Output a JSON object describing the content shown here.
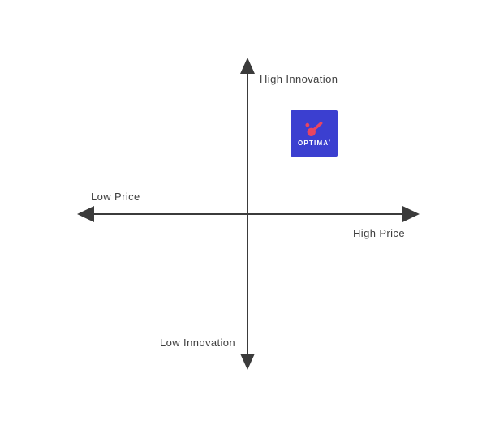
{
  "colors": {
    "background": "#ffffff",
    "axis": "#3b3b3b",
    "label": "#3f3f3f",
    "logo_bg": "#3b3fd0",
    "logo_icon": "#e94560",
    "logo_text": "#ffffff"
  },
  "axes": {
    "vertical": {
      "top": "High Innovation",
      "bottom": "Low Innovation"
    },
    "horizontal": {
      "left": "Low Price",
      "right": "High Price"
    }
  },
  "marker": {
    "label": "OPTIMA",
    "mark": "’",
    "quadrant": "high-innovation-high-price"
  }
}
